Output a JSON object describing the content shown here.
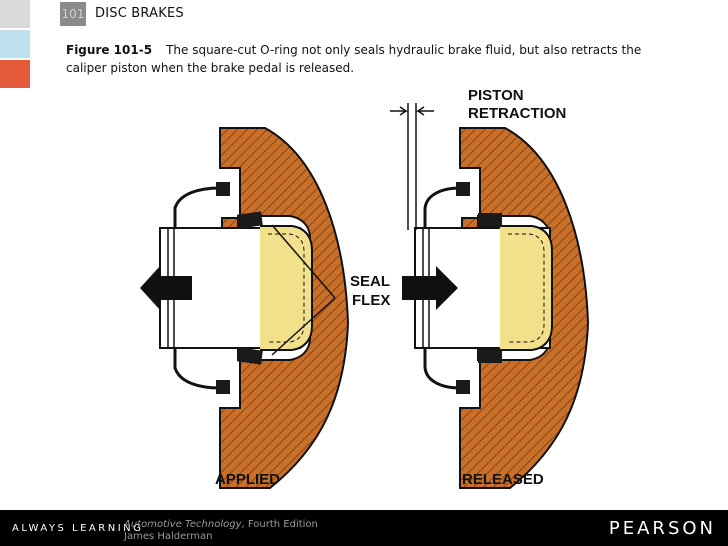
{
  "header": {
    "chapter_number": "101",
    "chapter_title": "DISC BRAKES"
  },
  "caption": {
    "figure_label": "Figure 101-5",
    "text": "The square-cut O-ring not only seals hydraulic brake fluid, but also retracts the caliper piston when the brake pedal is released."
  },
  "diagram": {
    "label_piston": "PISTON",
    "label_retraction": "RETRACTION",
    "label_seal": "SEAL",
    "label_flex": "FLEX",
    "label_applied": "APPLIED",
    "label_released": "RELEASED",
    "colors": {
      "caliper": "#c8702a",
      "hatch": "#7a3a10",
      "piston_fill": "#ffffff",
      "seal": "#1a1a1a",
      "boot": "#f2e08a"
    }
  },
  "footer": {
    "tagline": "ALWAYS LEARNING",
    "book_title": "Automotive Technology",
    "book_edition": ", Fourth Edition",
    "author": "James Halderman",
    "brand": "PEARSON"
  }
}
